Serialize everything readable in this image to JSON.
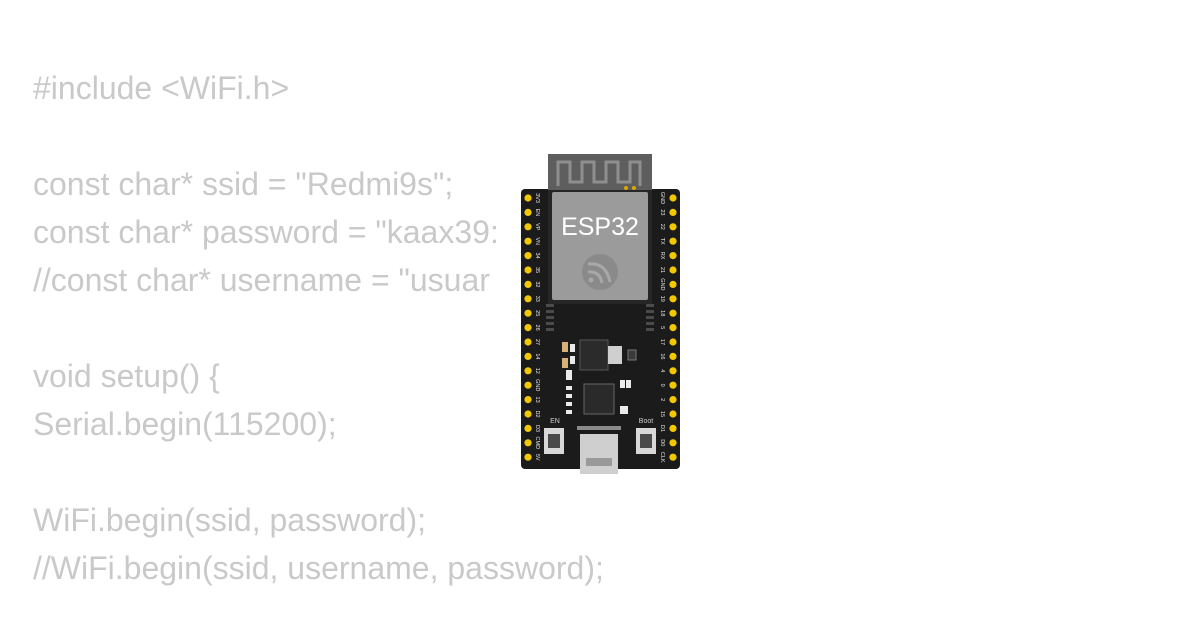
{
  "code_lines": [
    "#include <WiFi.h>",
    "",
    "const char* ssid = \"Redmi9s\";",
    "const char* password = \"kaax39:",
    "//const char* username = \"usuar",
    "",
    "void setup() {",
    "Serial.begin(115200);",
    "",
    "WiFi.begin(ssid, password);",
    "//WiFi.begin(ssid, username, password);"
  ],
  "board": {
    "module_label": "ESP32",
    "en_label": "EN",
    "boot_label": "Boot",
    "left_pins": [
      "3V3",
      "EN",
      "VP",
      "VN",
      "34",
      "35",
      "32",
      "33",
      "25",
      "26",
      "27",
      "14",
      "12",
      "GND",
      "13",
      "D2",
      "D3",
      "CMD",
      "5V"
    ],
    "right_pins": [
      "GND",
      "23",
      "22",
      "TX",
      "RX",
      "21",
      "GND",
      "19",
      "18",
      "5",
      "17",
      "16",
      "4",
      "0",
      "2",
      "15",
      "D1",
      "D0",
      "CLK"
    ]
  },
  "colors": {
    "code_text": "#c9c9c9",
    "pcb": "#1b1b1b",
    "pin": "#f2c800",
    "module": "#9b9b9b",
    "shield": "#5e5e5e"
  }
}
